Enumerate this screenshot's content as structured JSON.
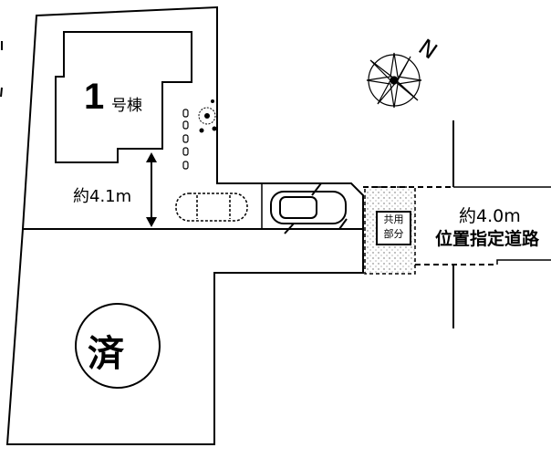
{
  "building": {
    "number": "1",
    "name": "号棟"
  },
  "dimension_label": "約4.1m",
  "road": {
    "width_label": "約4.0m",
    "type_label": "位置指定道路"
  },
  "shared_area": {
    "line1": "共用",
    "line2": "部分"
  },
  "sold_mark": "済",
  "compass": {
    "north_label": "N"
  }
}
